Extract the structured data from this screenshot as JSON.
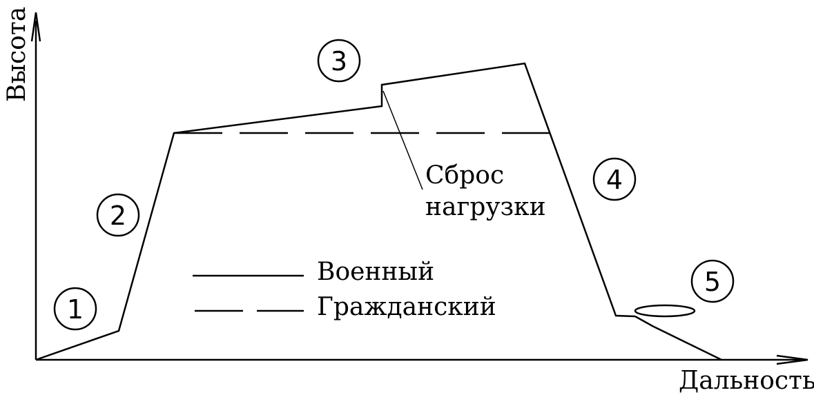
{
  "axes": {
    "y_label": "Высота",
    "x_label": "Дальность"
  },
  "stages": [
    {
      "id": "stage-1",
      "number": "1"
    },
    {
      "id": "stage-2",
      "number": "2"
    },
    {
      "id": "stage-3",
      "number": "3"
    },
    {
      "id": "stage-4",
      "number": "4"
    },
    {
      "id": "stage-5",
      "number": "5"
    }
  ],
  "annotation": {
    "line1": "Сброс",
    "line2": "нагрузки"
  },
  "legend": {
    "military": "Военный",
    "civil": "Гражданский"
  },
  "colors": {
    "line": "#000000",
    "background": "#ffffff"
  }
}
